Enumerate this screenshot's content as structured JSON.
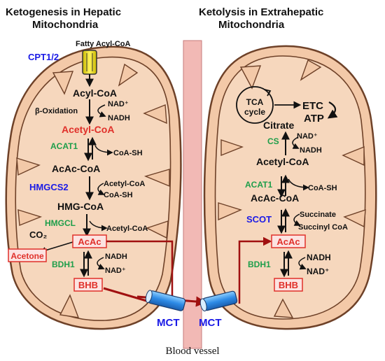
{
  "colors": {
    "mito_fill": "#F3C9A8",
    "mito_edge": "#6E4128",
    "matrix_fill": "#F6D7BD",
    "vessel": "#F2B9B5",
    "vessel_edge": "#C77B7B",
    "enzyme_blue": "#1A1AE6",
    "enzyme_green": "#1E9E4A",
    "metabolite_red": "#E0302A",
    "box_red": "#E0302A",
    "arrow_dark_red": "#A01010",
    "channel_yellow": "#F4E31A",
    "channel_blue": "#2E8BE6"
  },
  "left": {
    "title_line1": "Ketogenesis in Hepatic",
    "title_line2": "Mitochondria",
    "fatty_acyl_coa": "Fatty Acyl-CoA",
    "cpt": "CPT1/2",
    "acyl_coa": "Acyl-CoA",
    "nad_plus": "NAD⁺",
    "beta_oxidation": "β-Oxidation",
    "nadh": "NADH",
    "acetyl_coa": "Acetyl-CoA",
    "acat1": "ACAT1",
    "coa_sh": "CoA-SH",
    "acac_coa": "AcAc-CoA",
    "hmgcs2": "HMGCS2",
    "acetyl_coa_in": "Acetyl-CoA",
    "coa_sh_2": "CoA-SH",
    "hmg_coa": "HMG-CoA",
    "hmgcl": "HMGCL",
    "acetyl_coa_out": "Acetyl-CoA",
    "co2": "CO₂",
    "acac": "AcAc",
    "acetone": "Acetone",
    "bdh1": "BDH1",
    "nadh_2": "NADH",
    "nad_plus_2": "NAD⁺",
    "bhb": "BHB",
    "mct": "MCT"
  },
  "right": {
    "title_line1": "Ketolysis in Extrahepatic",
    "title_line2": "Mitochondria",
    "tca_line1": "TCA",
    "tca_line2": "cycle",
    "etc": "ETC",
    "atp": "ATP",
    "citrate": "Citrate",
    "cs": "CS",
    "nad_plus": "NAD⁺",
    "nadh": "NADH",
    "acetyl_coa": "Acetyl-CoA",
    "acat1": "ACAT1",
    "coa_sh": "CoA-SH",
    "acac_coa": "AcAc-CoA",
    "scot": "SCOT",
    "succinate": "Succinate",
    "succinyl_coa": "Succinyl CoA",
    "acac": "AcAc",
    "bdh1": "BDH1",
    "nadh_2": "NADH",
    "nad_plus_2": "NAD⁺",
    "bhb": "BHB",
    "mct": "MCT"
  },
  "vessel_label": "Blood vessel"
}
